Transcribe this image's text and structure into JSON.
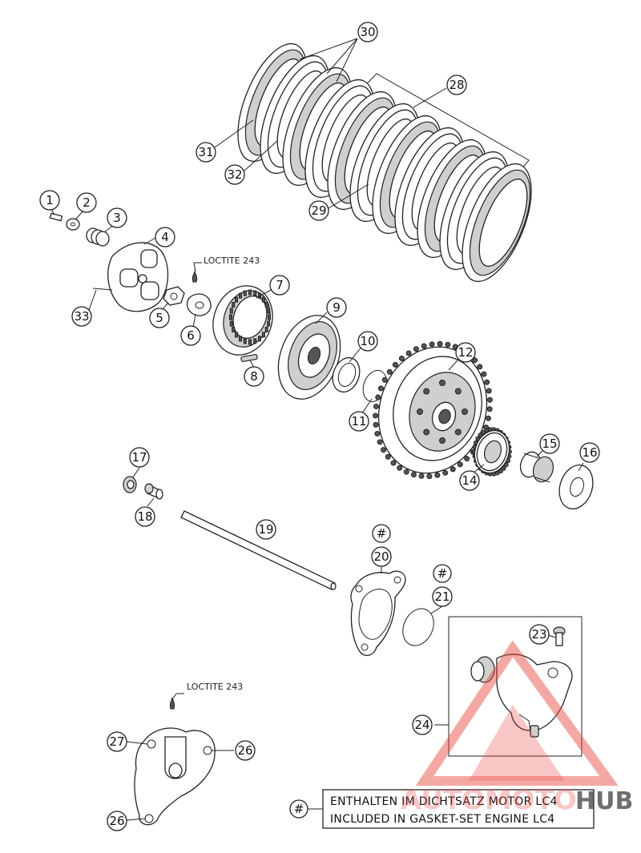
{
  "labels": {
    "p1": "1",
    "p2": "2",
    "p3": "3",
    "p4": "4",
    "p5": "5",
    "p6": "6",
    "p7": "7",
    "p8": "8",
    "p9": "9",
    "p10": "10",
    "p11": "11",
    "p12": "12",
    "p14": "14",
    "p15": "15",
    "p16": "16",
    "p17": "17",
    "p18": "18",
    "p19": "19",
    "p20": "20",
    "p21": "21",
    "p23": "23",
    "p24": "24",
    "p26a": "26",
    "p26b": "26",
    "p27": "27",
    "p28": "28",
    "p29": "29",
    "p30": "30",
    "p31": "31",
    "p32": "32",
    "p33": "33",
    "hash20": "#",
    "hash21": "#",
    "hashLegend": "#"
  },
  "notes": {
    "loctite_top": "LOCTITE 243",
    "loctite_bottom": "LOCTITE 243"
  },
  "legend": {
    "line1": "ENTHALTEN IM DICHTSATZ MOTOR LC4",
    "line2": "INCLUDED IN GASKET-SET ENGINE LC4"
  },
  "watermark": {
    "text_left": "AUTOMOTO",
    "text_right": "HUB",
    "color": "#e8453c"
  }
}
